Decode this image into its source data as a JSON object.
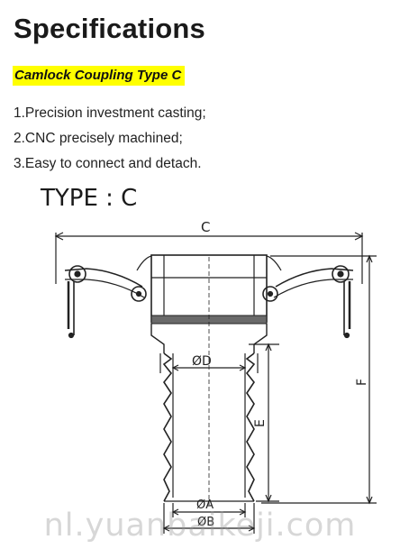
{
  "heading": "Specifications",
  "subheading": "Camlock Coupling Type C",
  "features": [
    "1.Precision investment casting;",
    "2.CNC precisely machined;",
    "3.Easy to connect and detach."
  ],
  "drawing": {
    "type_label": "TYPE : C",
    "dim_c": "C",
    "dim_d": "ØD",
    "dim_e": "E",
    "dim_f": "F",
    "dim_a": "ØA",
    "dim_b": "ØB"
  },
  "watermark": "nl.yuanbaikeji.com",
  "colors": {
    "highlight": "#ffff00",
    "line": "#222222"
  }
}
